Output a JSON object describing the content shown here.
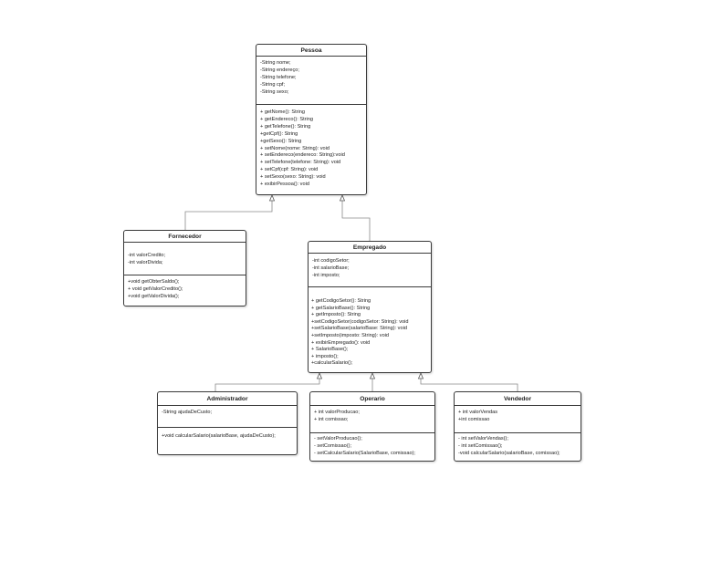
{
  "classes": {
    "pessoa": {
      "name": "Pessoa",
      "attributes": [
        "-String nome;",
        "-String endereço;",
        "-String telefone;",
        "-String cpf;",
        "-String sexo;"
      ],
      "methods": [
        "+ getNome(): String",
        "+ getEndereco(): String",
        "+ getTelefone(): String",
        "+getCpf(): String",
        "+getSexo(): String",
        "+ setNome(nome: String): void",
        "+ setEndereco(endereco: String):void",
        "+ setTelefone(telefone: String): void",
        "+ setCpf(cpf: String): void",
        "+ setSexo(sexo: String): void",
        "+ exibirPessoa(): void"
      ]
    },
    "fornecedor": {
      "name": "Fornecedor",
      "attributes": [
        "-int valorCredito;",
        "-int valorDivida;"
      ],
      "methods": [
        "+void getObterSaldo();",
        "+ void getValorCredito();",
        "+void getValorDivida();"
      ]
    },
    "empregado": {
      "name": "Empregado",
      "attributes": [
        "-int codigoSetor;",
        "-int salarioBase;",
        "-int imposto;"
      ],
      "methods": [
        "+ getCodigoSetor(): String",
        "+ getSalarioBase(): String",
        "+ getImposto(): String",
        "+setCodigoSetor(codigoSetor: String): void",
        "+setSalarioBase(salarioBase: String): void",
        "+setImposto(imposto: String): void",
        "+ exibirEmpregado(): void",
        "+ SalarioBase();",
        "+ imposto();",
        "+calcularSalario();"
      ]
    },
    "administrador": {
      "name": "Administrador",
      "attributes": [
        "-String ajudaDeCusto;"
      ],
      "methods": [
        "+void calcularSalario(salarioBase, ajudaDeCusto);"
      ]
    },
    "operario": {
      "name": "Operario",
      "attributes": [
        "+ int valorProducao;",
        "+ int comissao;"
      ],
      "methods": [
        "- setValorProducao();",
        "- setComissao();",
        "- setCalcularSalario(SalarioBase, comissao);"
      ]
    },
    "vendedor": {
      "name": "Vendedor",
      "attributes": [
        "+ int valorVendas",
        "+int comissao"
      ],
      "methods": [
        "- int setValorVendas();",
        "- int setComissao();",
        "-void calcularSalario(salarioBase, comissao);"
      ]
    }
  },
  "relations": [
    {
      "type": "generalization",
      "child": "fornecedor",
      "parent": "pessoa"
    },
    {
      "type": "generalization",
      "child": "empregado",
      "parent": "pessoa"
    },
    {
      "type": "generalization",
      "child": "administrador",
      "parent": "empregado"
    },
    {
      "type": "generalization",
      "child": "operario",
      "parent": "empregado"
    },
    {
      "type": "generalization",
      "child": "vendedor",
      "parent": "empregado"
    }
  ],
  "colors": {
    "line": "#8a8a8a",
    "border": "#3a3a3a",
    "text": "#222222"
  }
}
